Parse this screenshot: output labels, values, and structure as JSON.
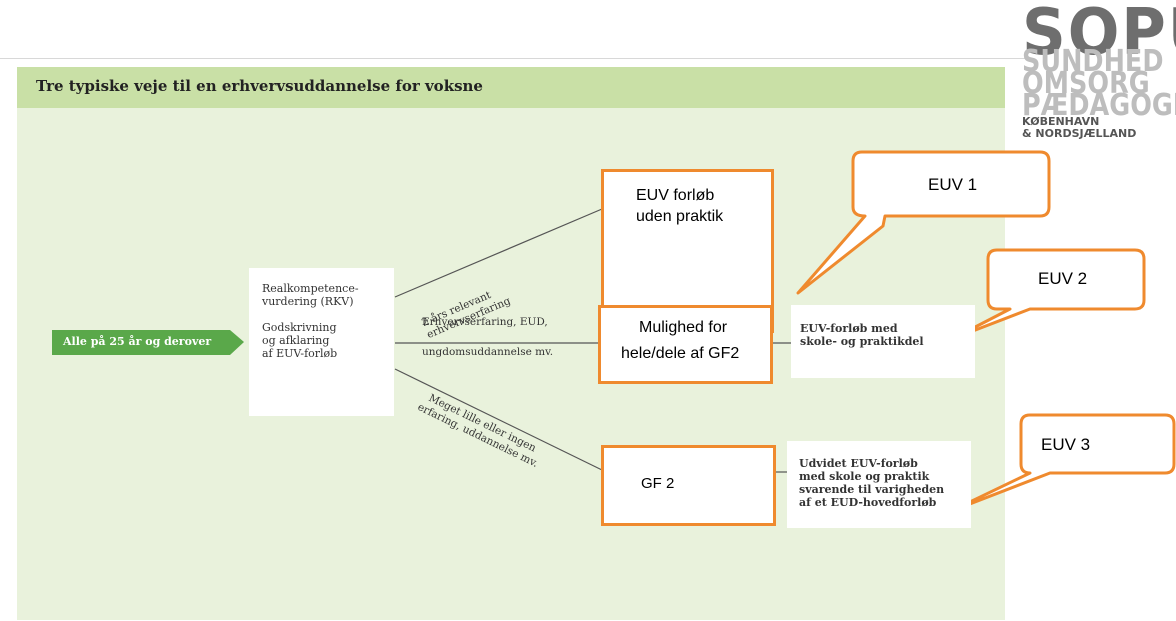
{
  "title": "Tre typiske veje til en erhvervsuddannelse for voksne",
  "logo": {
    "main": "SOPU",
    "sub": [
      "SUNDHED",
      "OMSORG",
      "PÆDAGOGIK"
    ],
    "location": [
      "KØBENHAVN",
      "& NORDSJÆLLAND"
    ]
  },
  "start": {
    "label": "Alle på 25 år og derover"
  },
  "rkv": {
    "line1": "Realkompetence-",
    "line2": "vurdering (RKV)",
    "line3": "Godskrivning",
    "line4": "og afklaring",
    "line5": "af EUV-forløb"
  },
  "paths": {
    "upper": {
      "line1": "2 års relevant",
      "line2": "erhvervserfaring"
    },
    "middle": {
      "line1": "Erhvervserfaring, EUD,",
      "line2": "ungdomsuddannelse mv."
    },
    "lower": {
      "line1": "Meget lille eller ingen",
      "line2": "erfaring, uddannelse mv."
    }
  },
  "boxes": {
    "euv1": {
      "line1": "EUV forløb",
      "line2": "uden praktik"
    },
    "mulighed": {
      "line1": "Mulighed for",
      "line2": "hele/dele af GF2"
    },
    "gf2": {
      "label": "GF 2"
    }
  },
  "results": {
    "middle": {
      "line1": "EUV-forløb med",
      "line2": "skole- og praktikdel"
    },
    "lower": {
      "line1": "Udvidet EUV-forløb",
      "line2": "med skole og praktik",
      "line3": "svarende til varigheden",
      "line4": "af et EUD-hovedforløb"
    }
  },
  "callouts": {
    "euv1": "EUV 1",
    "euv2": "EUV 2",
    "euv3": "EUV 3"
  },
  "colors": {
    "panel": "#e9f2dc",
    "title_bar": "#c9e0a6",
    "start_arrow": "#5aa84a",
    "orange": "#ef8a2e",
    "logo_dark": "#6e6e6e",
    "logo_light": "#bdbdbd"
  }
}
